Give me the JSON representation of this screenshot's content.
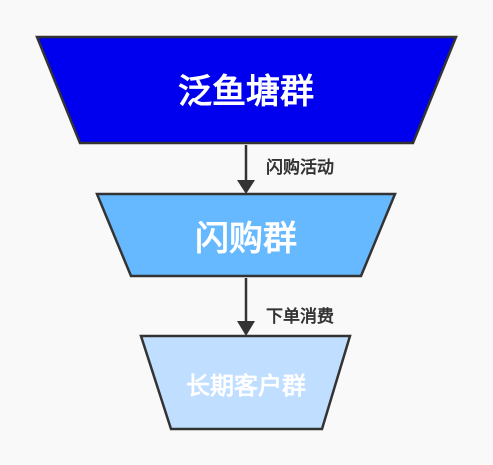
{
  "stages": [
    {
      "label": "泛鱼塘群",
      "color": "#0000ee"
    },
    {
      "label": "闪购群",
      "color": "#66b8ff"
    },
    {
      "label": "长期客户群",
      "color": "#c0deff"
    }
  ],
  "transitions": [
    {
      "label": "闪购活动"
    },
    {
      "label": "下单消费"
    }
  ],
  "colors": {
    "background": "#f9f9f9",
    "outline": "#333333",
    "text": "#ffffff"
  }
}
